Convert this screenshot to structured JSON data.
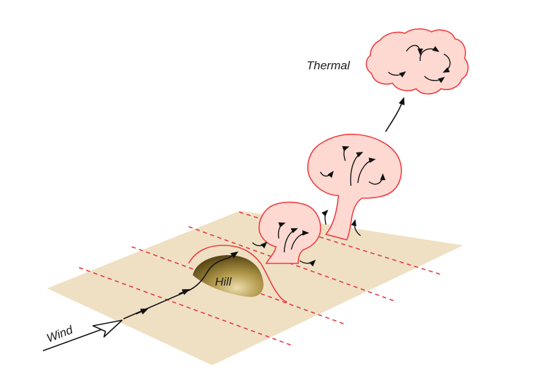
{
  "labels": {
    "wind": "Wind",
    "hill": "Hill",
    "thermal": "Thermal"
  },
  "colors": {
    "ground": "#efe0c4",
    "hill_dark": "#6f5a1e",
    "hill_light": "#e8d9a8",
    "air_fill": "#fdd9d2",
    "air_edge": "#ee3b3f",
    "dash_line": "#e5373f",
    "arrow": "#111111"
  }
}
